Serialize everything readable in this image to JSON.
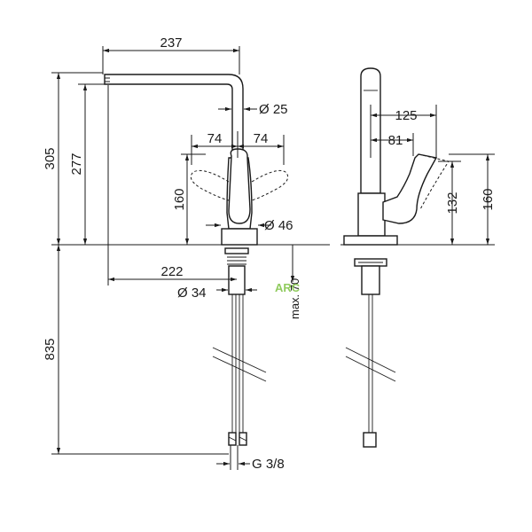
{
  "dimensions": {
    "front_view": {
      "spout_reach": "237",
      "spout_diameter": "Ø 25",
      "lever_left": "74",
      "lever_right": "74",
      "total_height": "305",
      "spout_height": "277",
      "lever_height": "160",
      "base_diameter": "Ø 46",
      "hole_offset": "222",
      "mounting_diameter": "Ø 34",
      "max_deck": "max. 70",
      "hose_length": "835",
      "connection_thread": "G 3/8"
    },
    "side_view": {
      "lever_reach": "125",
      "lever_offset": "81",
      "lever_height_inner": "132",
      "lever_height_outer": "160"
    }
  },
  "watermark": {
    "text": "ARC",
    "color": "#7cc242"
  },
  "colors": {
    "line": "#1a1a1a",
    "background": "#ffffff"
  }
}
